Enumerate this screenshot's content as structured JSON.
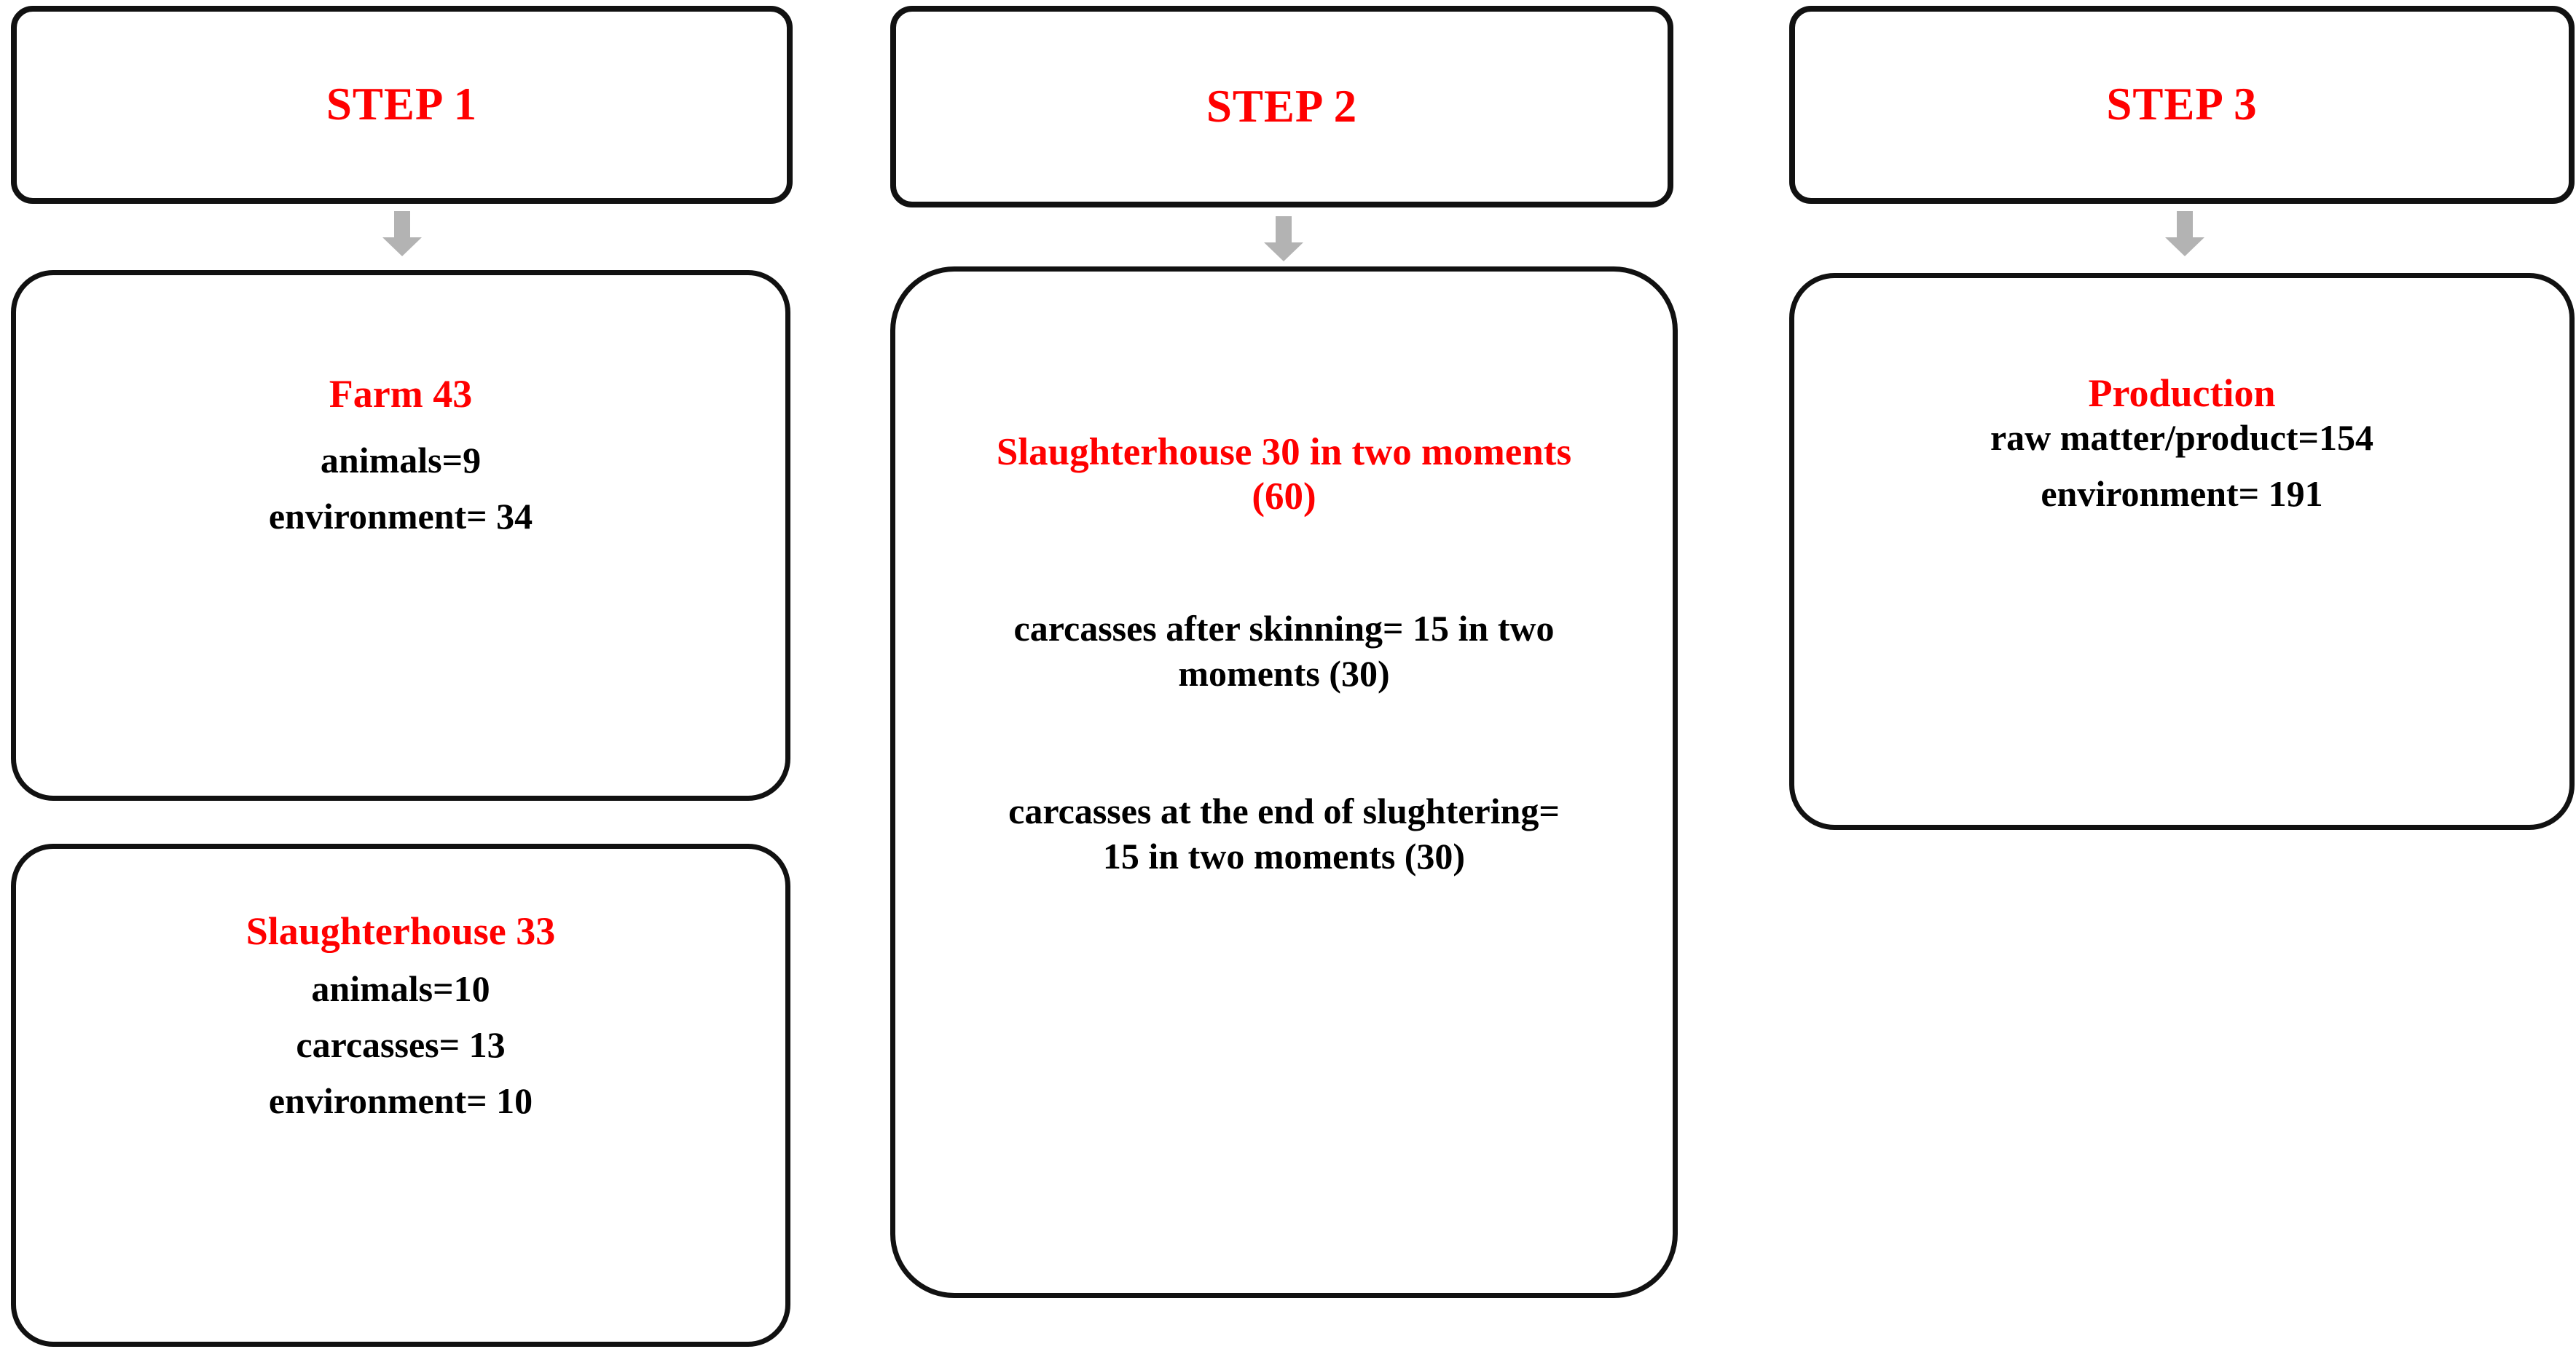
{
  "diagram": {
    "title": "Three-step production chain sampling diagram",
    "accent_color": "#ff0000",
    "text_color": "#000000",
    "border_color": "#111111",
    "arrow_color": "#b3b3b3",
    "columns": [
      {
        "step_label": "STEP 1",
        "arrow_icon": "down-arrow-icon",
        "boxes": [
          {
            "title": "Farm 43",
            "lines": [
              "animals=9",
              "environment= 34"
            ]
          },
          {
            "title": "Slaughterhouse 33",
            "lines": [
              "animals=10",
              "carcasses= 13",
              "environment= 10"
            ]
          }
        ]
      },
      {
        "step_label": "STEP 2",
        "arrow_icon": "down-arrow-icon",
        "boxes": [
          {
            "title": "Slaughterhouse 30 in two moments (60)",
            "paragraphs": [
              "carcasses after skinning= 15 in two moments (30)",
              "carcasses at the end of slughtering= 15 in two moments (30)"
            ]
          }
        ]
      },
      {
        "step_label": "STEP 3",
        "arrow_icon": "down-arrow-icon",
        "boxes": [
          {
            "title": "Production",
            "lines": [
              "raw matter/product=154",
              "environment= 191"
            ]
          }
        ]
      }
    ]
  }
}
